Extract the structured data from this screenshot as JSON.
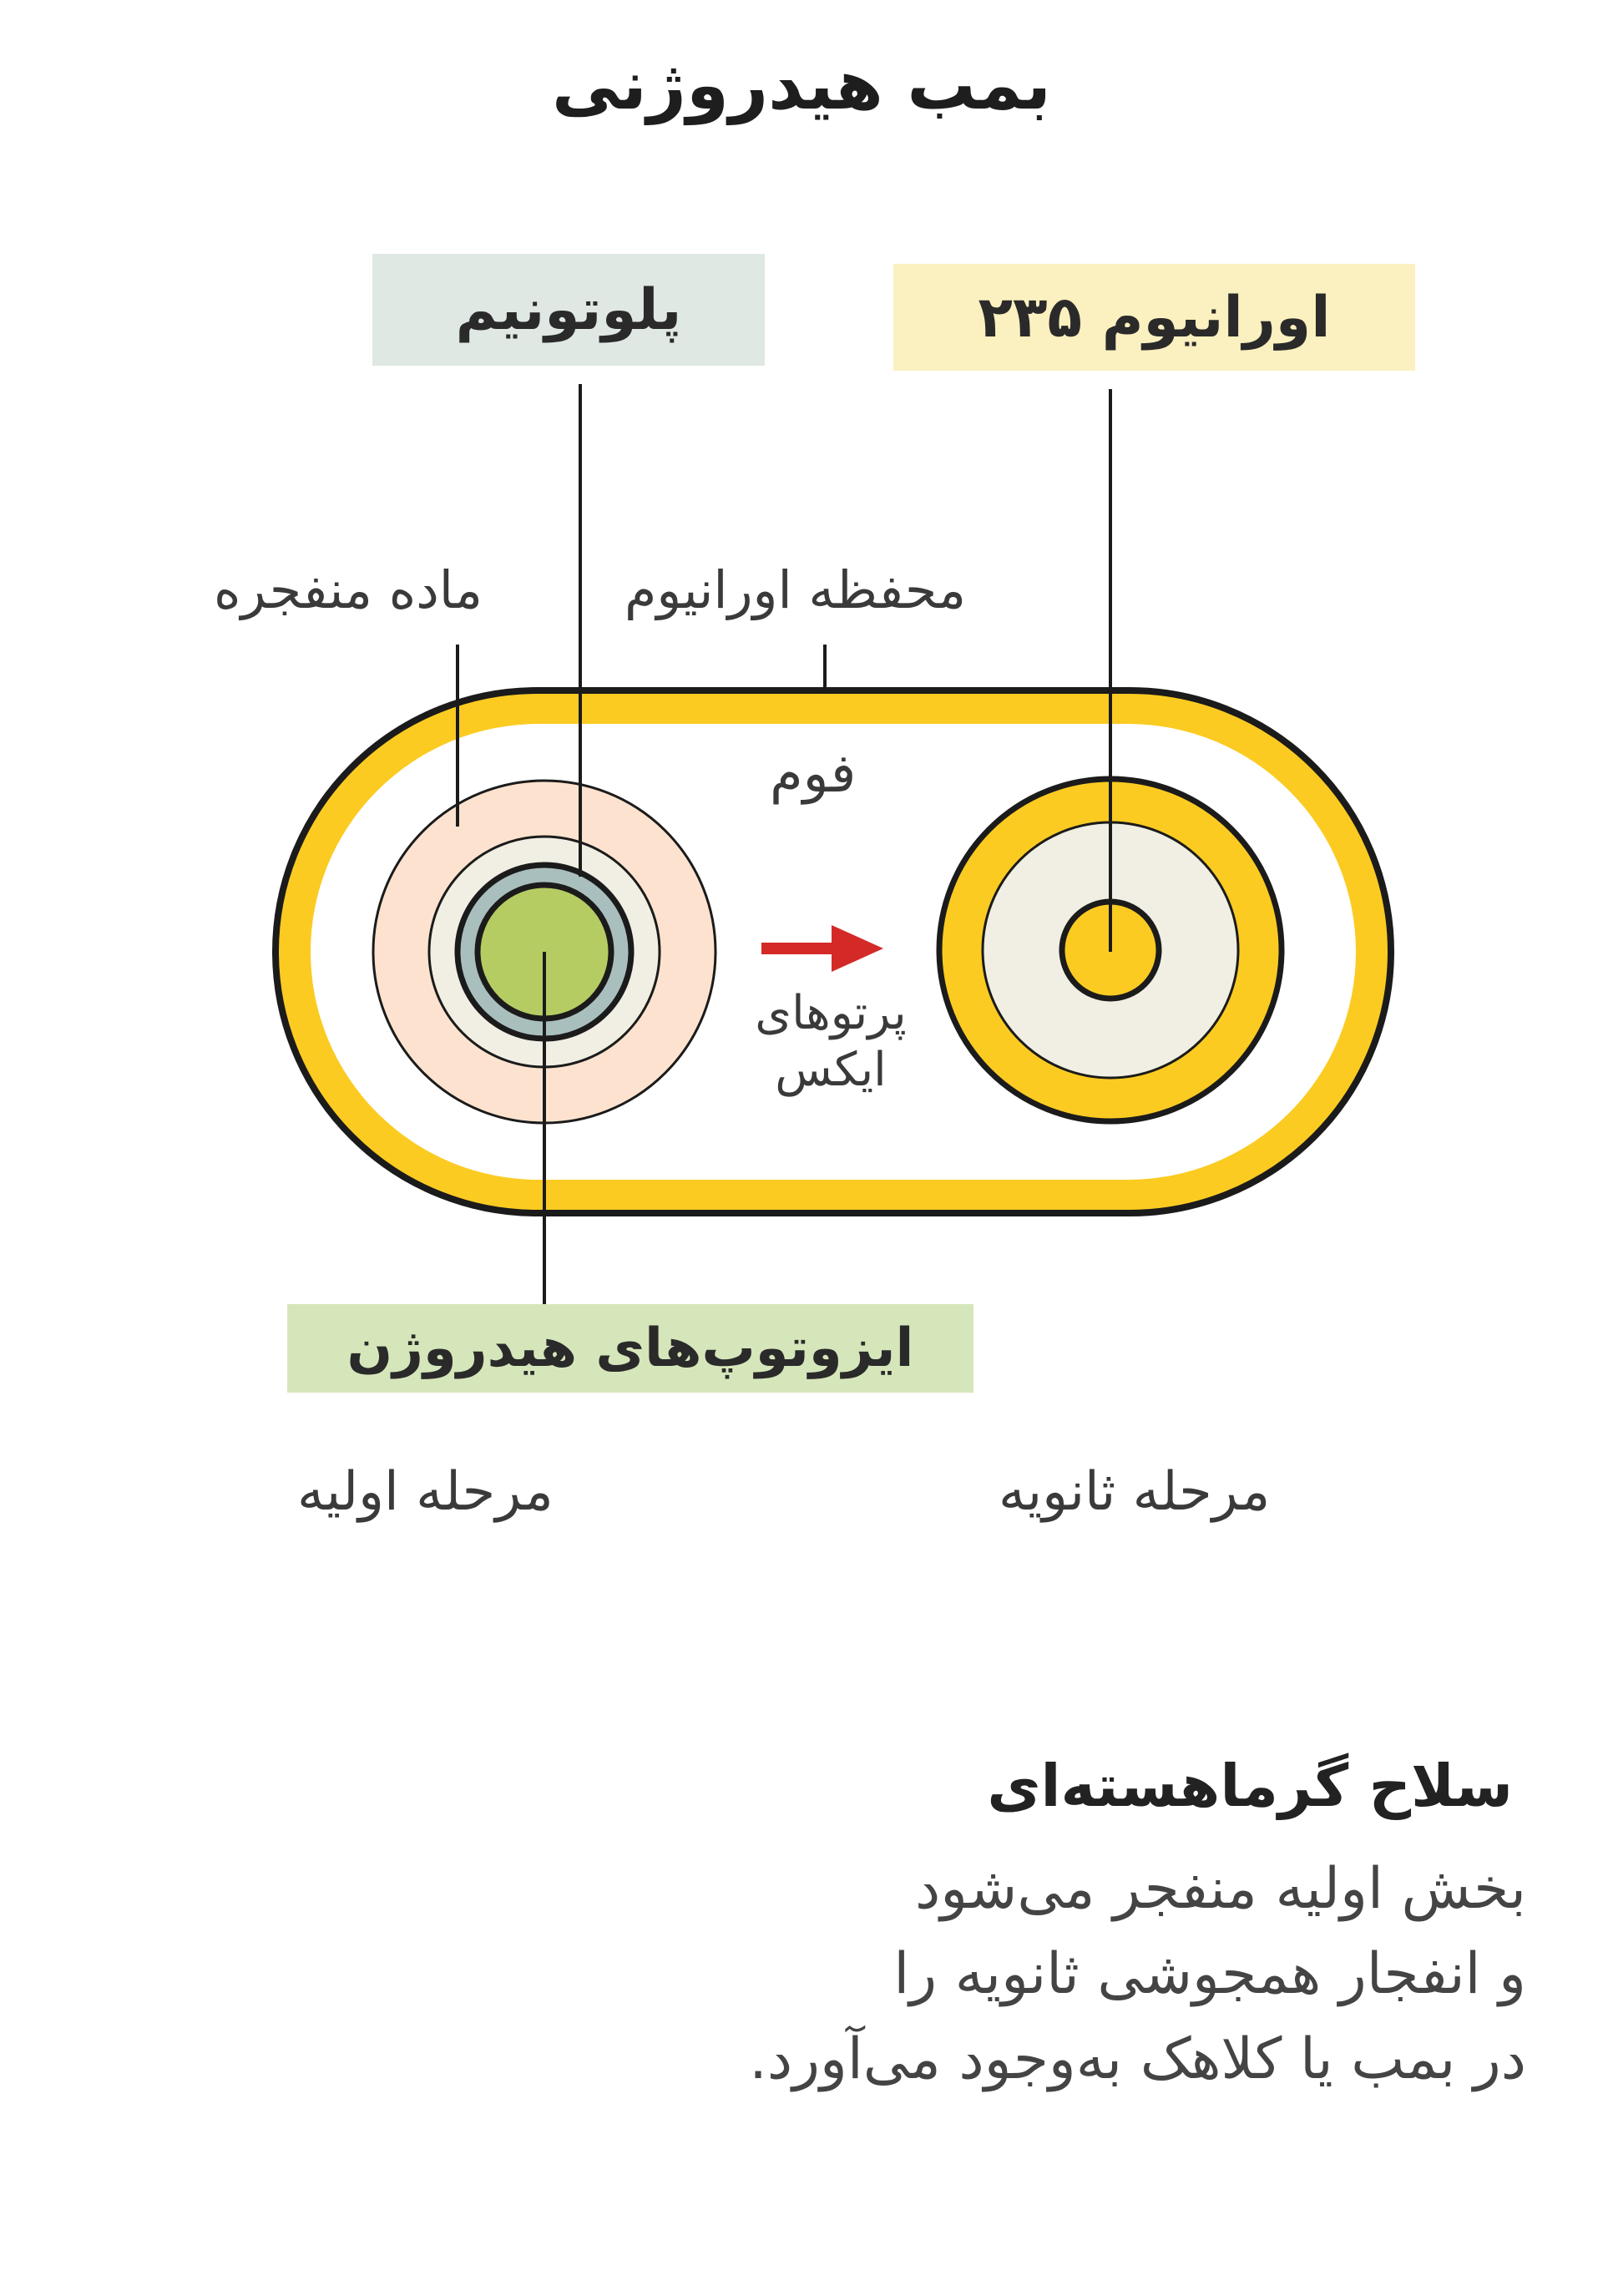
{
  "title": "بمب هیدروژنی",
  "labels": {
    "plutonium": "پلوتونیم",
    "uranium235": "اورانیوم ۲۳۵",
    "explosive": "ماده منفجره",
    "uranium_case": "محفظه اورانیوم",
    "foam": "فوم",
    "xray_line1": "پرتوهای",
    "xray_line2": "ایکس",
    "hydrogen_isotopes": "ایزوتوپ‌های هیدروژن",
    "primary_stage": "مرحله اولیه",
    "secondary_stage": "مرحله ثانویه"
  },
  "description": {
    "heading": "سلاح گرماهسته‌ای",
    "lines": [
      "بخش اولیه منفجر می‌شود",
      "و انفجار همجوشی ثانویه را",
      "در بمب یا کلاهک به‌وجود می‌آورد."
    ]
  },
  "colors": {
    "casing_yellow": "#fbcb22",
    "outline": "#1b1b1b",
    "explosive_peach": "#fde3cf",
    "inner_cream": "#f1efe3",
    "plutonium_blue_grey": "#a9bfbe",
    "hydrogen_green": "#b5cc62",
    "arrow_red": "#d42a27",
    "plutonium_tag": "#dfe8e3",
    "uranium_tag": "#fbf0bf",
    "isotope_tag": "#d6e6bb"
  }
}
